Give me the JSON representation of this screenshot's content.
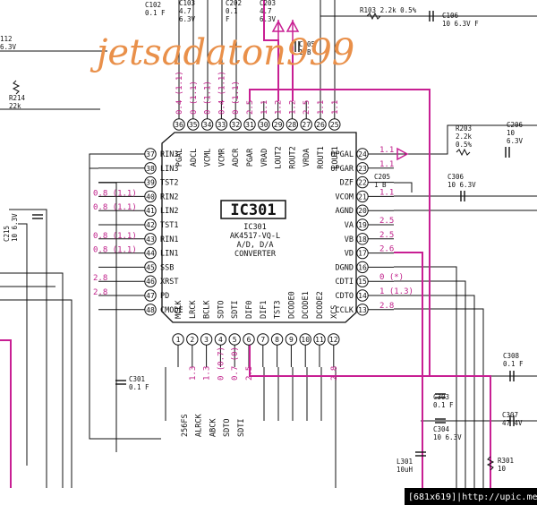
{
  "watermark": "jetsadaton999",
  "footer": "[681x619]|http://upic.me/",
  "ic": {
    "designator": "IC301",
    "sub_lines": [
      "IC301",
      "AK4517-VQ-L",
      "A/D, D/A",
      "CONVERTER"
    ]
  },
  "pins_top": [
    {
      "num": "36",
      "label": "PGAL",
      "volt": "0.4 (1.1)"
    },
    {
      "num": "35",
      "label": "ADCL",
      "volt": "0 (1.1)"
    },
    {
      "num": "34",
      "label": "VCML",
      "volt": "0 (1.1)"
    },
    {
      "num": "33",
      "label": "VCMR",
      "volt": "0.4 (1.1)"
    },
    {
      "num": "32",
      "label": "ADCR",
      "volt": "0 (1.1)"
    },
    {
      "num": "31",
      "label": "PGAR",
      "volt": "2.5"
    },
    {
      "num": "30",
      "label": "VRAD",
      "volt": "1.1"
    },
    {
      "num": "29",
      "label": "LOUT2",
      "volt": "1.2"
    },
    {
      "num": "28",
      "label": "ROUT2",
      "volt": "1.2"
    },
    {
      "num": "27",
      "label": "VRDA",
      "volt": "2.5"
    },
    {
      "num": "26",
      "label": "ROUT1",
      "volt": "1.1"
    },
    {
      "num": "25",
      "label": "LOUT1",
      "volt": "1.1"
    }
  ],
  "pins_left": [
    {
      "num": "37",
      "label": "RIN3",
      "volt": ""
    },
    {
      "num": "38",
      "label": "LIN3",
      "volt": ""
    },
    {
      "num": "39",
      "label": "TST2",
      "volt": ""
    },
    {
      "num": "40",
      "label": "RIN2",
      "volt": "0.8 (1.1)"
    },
    {
      "num": "41",
      "label": "LIN2",
      "volt": "0.8 (1.1)"
    },
    {
      "num": "42",
      "label": "TST1",
      "volt": ""
    },
    {
      "num": "43",
      "label": "RIN1",
      "volt": "0.8 (1.1)"
    },
    {
      "num": "44",
      "label": "LIN1",
      "volt": "0.8 (1.1)"
    },
    {
      "num": "45",
      "label": "SSB",
      "volt": ""
    },
    {
      "num": "46",
      "label": "XRST",
      "volt": "2.8"
    },
    {
      "num": "47",
      "label": "PD",
      "volt": "2.8"
    },
    {
      "num": "48",
      "label": "CMODE",
      "volt": ""
    }
  ],
  "pins_right": [
    {
      "num": "24",
      "label": "OPGAL",
      "volt": "1.1"
    },
    {
      "num": "23",
      "label": "OPGAR",
      "volt": "1.1"
    },
    {
      "num": "22",
      "label": "DZF",
      "volt": ""
    },
    {
      "num": "21",
      "label": "VCOM",
      "volt": "1.1"
    },
    {
      "num": "20",
      "label": "AGND",
      "volt": ""
    },
    {
      "num": "19",
      "label": "VA",
      "volt": "2.5"
    },
    {
      "num": "18",
      "label": "VB",
      "volt": "2.5"
    },
    {
      "num": "17",
      "label": "VD",
      "volt": "2.6"
    },
    {
      "num": "16",
      "label": "DGND",
      "volt": ""
    },
    {
      "num": "15",
      "label": "CDTI",
      "volt": "0 (*)"
    },
    {
      "num": "14",
      "label": "CDTO",
      "volt": "1 (1.3)"
    },
    {
      "num": "13",
      "label": "CCLK",
      "volt": "2.8"
    }
  ],
  "pins_bottom": [
    {
      "num": "1",
      "label": "MCLK",
      "volt": "",
      "net": ""
    },
    {
      "num": "2",
      "label": "LRCK",
      "volt": "1.3",
      "net": "256FS"
    },
    {
      "num": "3",
      "label": "BCLK",
      "volt": "1.3",
      "net": "ALRCK"
    },
    {
      "num": "4",
      "label": "SDTO",
      "volt": "0 (0.7)",
      "net": "ABCK"
    },
    {
      "num": "5",
      "label": "SDTI",
      "volt": "0.7 (0)",
      "net": "SDTO"
    },
    {
      "num": "6",
      "label": "DIF0",
      "volt": "2.5",
      "net": "SDTI"
    },
    {
      "num": "7",
      "label": "DIF1",
      "volt": "",
      "net": ""
    },
    {
      "num": "8",
      "label": "TST3",
      "volt": "",
      "net": ""
    },
    {
      "num": "9",
      "label": "DCODE0",
      "volt": "",
      "net": ""
    },
    {
      "num": "10",
      "label": "DCODE1",
      "volt": "",
      "net": ""
    },
    {
      "num": "11",
      "label": "DCODE2",
      "volt": "",
      "net": ""
    },
    {
      "num": "12",
      "label": "XCS",
      "volt": "2.8",
      "net": ""
    }
  ],
  "components": [
    {
      "id": "c102",
      "lines": [
        "C102",
        "0.1 F"
      ]
    },
    {
      "id": "c103",
      "lines": [
        "C103",
        "4.7",
        "6.3V"
      ]
    },
    {
      "id": "c202",
      "lines": [
        "C202",
        "0.1",
        "F"
      ]
    },
    {
      "id": "c203",
      "lines": [
        "C203",
        "4.7",
        "6.3V"
      ]
    },
    {
      "id": "r103",
      "lines": [
        "R103 2.2k 0.5%"
      ]
    },
    {
      "id": "c106",
      "lines": [
        "C106",
        "10 6.3V F"
      ]
    },
    {
      "id": "c105",
      "lines": [
        "C105",
        "1 B"
      ]
    },
    {
      "id": "c112",
      "lines": [
        "112",
        "6.3V"
      ]
    },
    {
      "id": "r214",
      "lines": [
        "R214",
        "22k"
      ]
    },
    {
      "id": "r203",
      "lines": [
        "R203",
        "2.2k",
        "0.5%"
      ]
    },
    {
      "id": "c206",
      "lines": [
        "C206",
        "10",
        "6.3V"
      ]
    },
    {
      "id": "c306",
      "lines": [
        "C306",
        "10 6.3V"
      ]
    },
    {
      "id": "c205",
      "lines": [
        "C205",
        "1 B"
      ]
    },
    {
      "id": "c215",
      "lines": [
        "C215",
        "10 6.3V"
      ]
    },
    {
      "id": "c301",
      "lines": [
        "C301",
        "0.1 F"
      ]
    },
    {
      "id": "c308",
      "lines": [
        "C308",
        "0.1 F"
      ]
    },
    {
      "id": "c303",
      "lines": [
        "C303",
        "0.1 F"
      ]
    },
    {
      "id": "c307",
      "lines": [
        "C307",
        "47 4V"
      ]
    },
    {
      "id": "c304",
      "lines": [
        "C304",
        "10 6.3V"
      ]
    },
    {
      "id": "l301",
      "lines": [
        "L301",
        "10uH"
      ]
    },
    {
      "id": "r301",
      "lines": [
        "R301",
        "10"
      ]
    }
  ]
}
